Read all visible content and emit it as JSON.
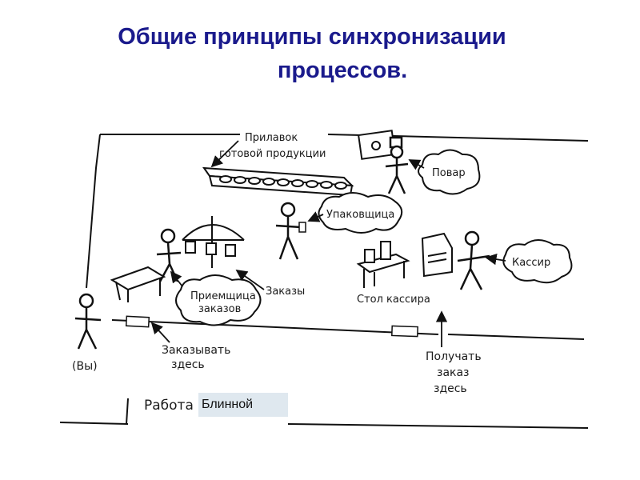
{
  "title": {
    "line1": "Общие принципы синхронизации",
    "line2": "процессов."
  },
  "diagram": {
    "counter_label_1": "Прилавок",
    "counter_label_2": "готовой продукции",
    "cook": "Повар",
    "packer": "Упаковщица",
    "orders": "Заказы",
    "receiver_1": "Приемщица",
    "receiver_2": "заказов",
    "cashier": "Кассир",
    "cashier_table": "Стол кассира",
    "order_here_1": "Заказывать",
    "order_here_2": "здесь",
    "receive_here_1": "Получать",
    "receive_here_2": "заказ",
    "receive_here_3": "здесь",
    "you": "(Вы)",
    "work_word": "Работа"
  },
  "caption_overlay": "Блинной"
}
